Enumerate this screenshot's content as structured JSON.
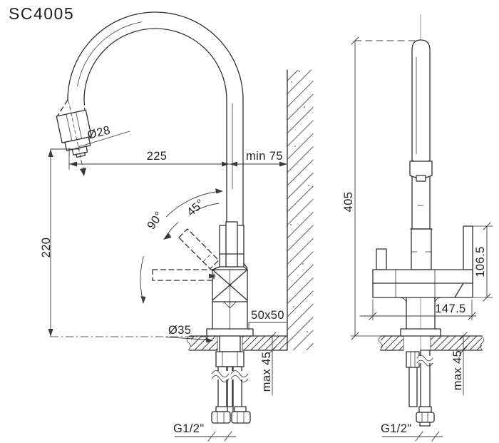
{
  "title": "SC4005",
  "colors": {
    "line": "#2e2e2e",
    "background": "#ffffff"
  },
  "front_view": {
    "labels": {
      "spout_diameter": "Ø28",
      "spout_reach": "225",
      "min_wall_distance": "min 75",
      "handle_angle_full": "90°",
      "handle_angle_half": "45°",
      "outlet_height": "220",
      "mount_hole_diameter": "Ø35",
      "body_section": "50x50",
      "max_counter_thickness": "max 45",
      "connection_thread": "G1/2\""
    }
  },
  "side_view": {
    "labels": {
      "total_height": "405",
      "handle_height": "106.5",
      "body_depth": "147.5",
      "max_counter_thickness": "max 45",
      "connection_thread": "G1/2\""
    }
  }
}
